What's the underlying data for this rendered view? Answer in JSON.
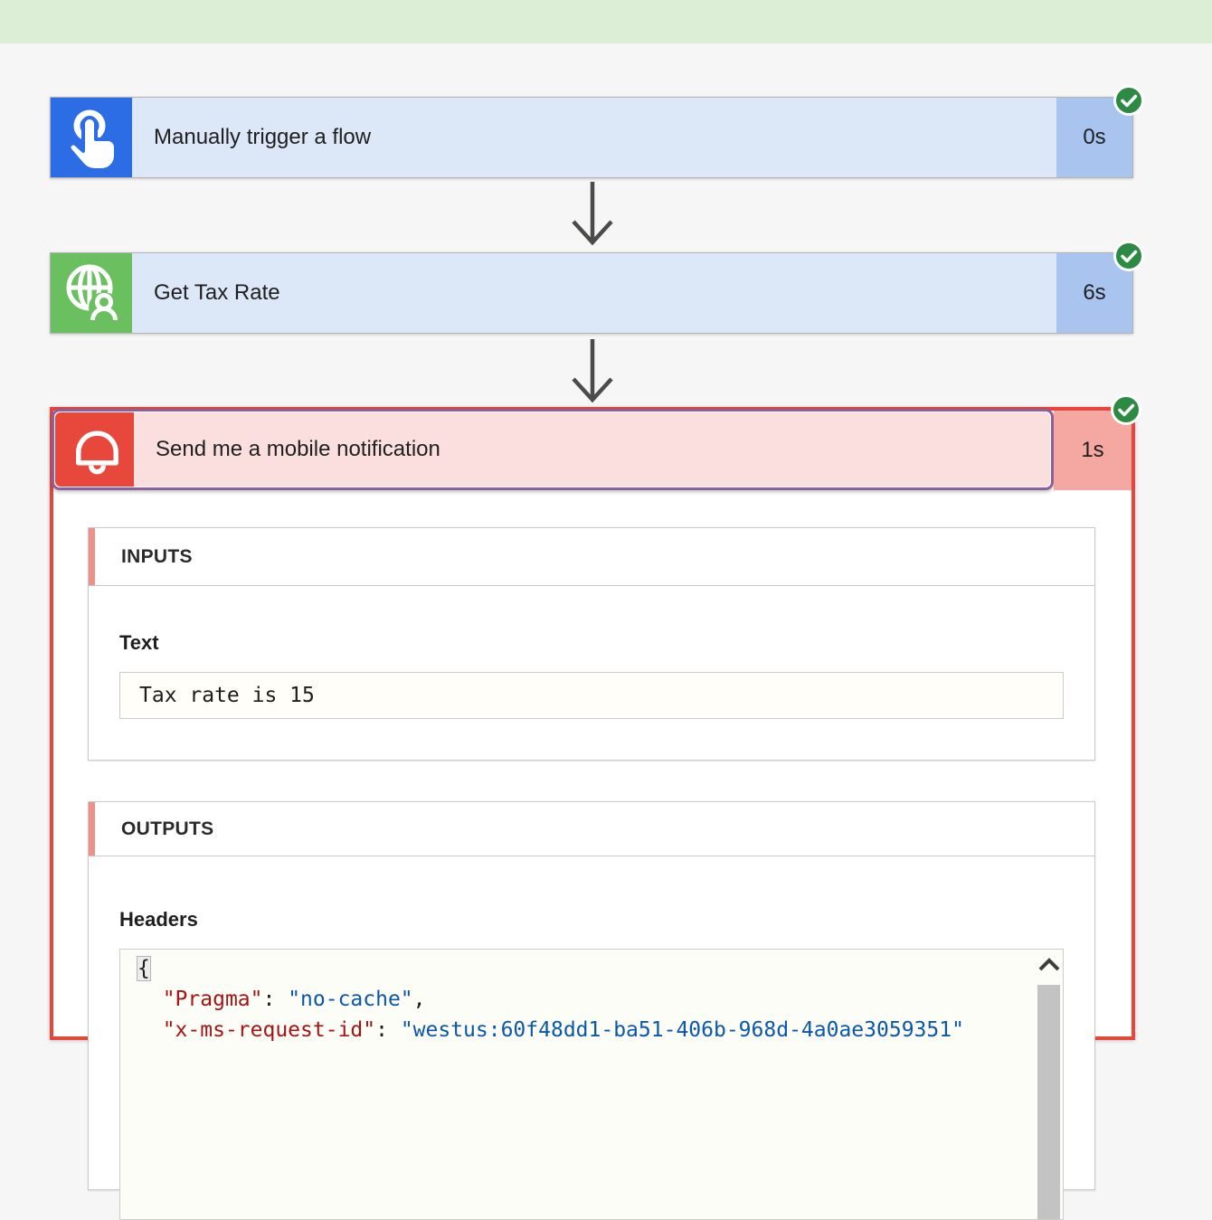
{
  "window": {
    "top_banner_color": "#ddeed6",
    "background_color": "#f6f6f6"
  },
  "flow_steps": [
    {
      "title": "Manually trigger a flow",
      "duration": "0s",
      "status": "succeeded",
      "icon": "tap-icon",
      "icon_bg": "#2c6ce4"
    },
    {
      "title": "Get Tax Rate",
      "duration": "6s",
      "status": "succeeded",
      "icon": "globe-user-icon",
      "icon_bg": "#6abf5f"
    },
    {
      "title": "Send me a mobile notification",
      "duration": "1s",
      "status": "succeeded",
      "selected": true,
      "expanded": true,
      "icon": "bell-icon",
      "icon_bg": "#e8483c"
    }
  ],
  "details_panel": {
    "inputs": {
      "header": "INPUTS",
      "fields": [
        {
          "label": "Text",
          "value": "Tax rate is 15"
        }
      ]
    },
    "outputs": {
      "header": "OUTPUTS",
      "fields": [
        {
          "label": "Headers"
        }
      ],
      "headers_code": {
        "lines": [
          [
            {
              "t": "{",
              "hl": true
            }
          ],
          [
            {
              "t": "  "
            },
            {
              "t": "\"Pragma\"",
              "c": "key"
            },
            {
              "t": ": "
            },
            {
              "t": "\"no-cache\"",
              "c": "str"
            },
            {
              "t": ","
            }
          ],
          [
            {
              "t": "  "
            },
            {
              "t": "\"x-ms-request-id\"",
              "c": "key"
            },
            {
              "t": ": "
            },
            {
              "t": "\"westus:60f48dd1-ba51-406b-968d-4a0ae3059351\"",
              "c": "str"
            }
          ]
        ]
      }
    }
  },
  "colors": {
    "step_header_bg": "#dce7f8",
    "step_duration_bg": "#a9c4ef",
    "notification_header_bg": "#fbdfde",
    "notification_duration_bg": "#f4a8a1",
    "selected_border": "#8f5f99",
    "error_accent": "#e8453c",
    "section_accent": "#ee918a",
    "success_check": "#2c8a43",
    "json_key_color": "#a31515",
    "json_string_color": "#0b57a8",
    "arrow_color": "#4b4b49"
  }
}
